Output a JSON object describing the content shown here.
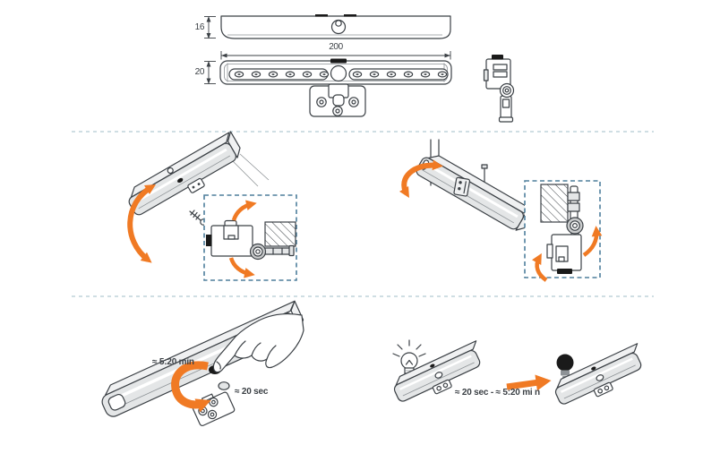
{
  "colors": {
    "line": "#3B4045",
    "accent_orange": "#F07A24",
    "detail_box_blue": "#4E7F9C",
    "divider_teal": "#BFD3DA",
    "part_fill_gray": "#E4E6E7",
    "dark_part_black": "#1A1A1A"
  },
  "technical_drawing": {
    "height_dim": "16",
    "length_dim": "200",
    "width_dim": "20"
  },
  "operation": {
    "hold_duration": "≈ 5:20 min",
    "press_duration": "≈ 20 sec",
    "auto_off_range": "≈ 20 sec - ≈ 5:20 mi n"
  },
  "icons": {
    "rotation_arrow_left": "curved-double-arrow",
    "rotation_arrow_right": "curved-double-arrow",
    "detail_swivel_arrows": "curved-arrow",
    "press_turn_arrow": "semicircle-arrow",
    "transition_arrow": "right-arrow",
    "bulb_on": "light-bulb-outline-with-rays",
    "bulb_off": "light-bulb-filled",
    "hand_press": "hand-pressing-button"
  }
}
